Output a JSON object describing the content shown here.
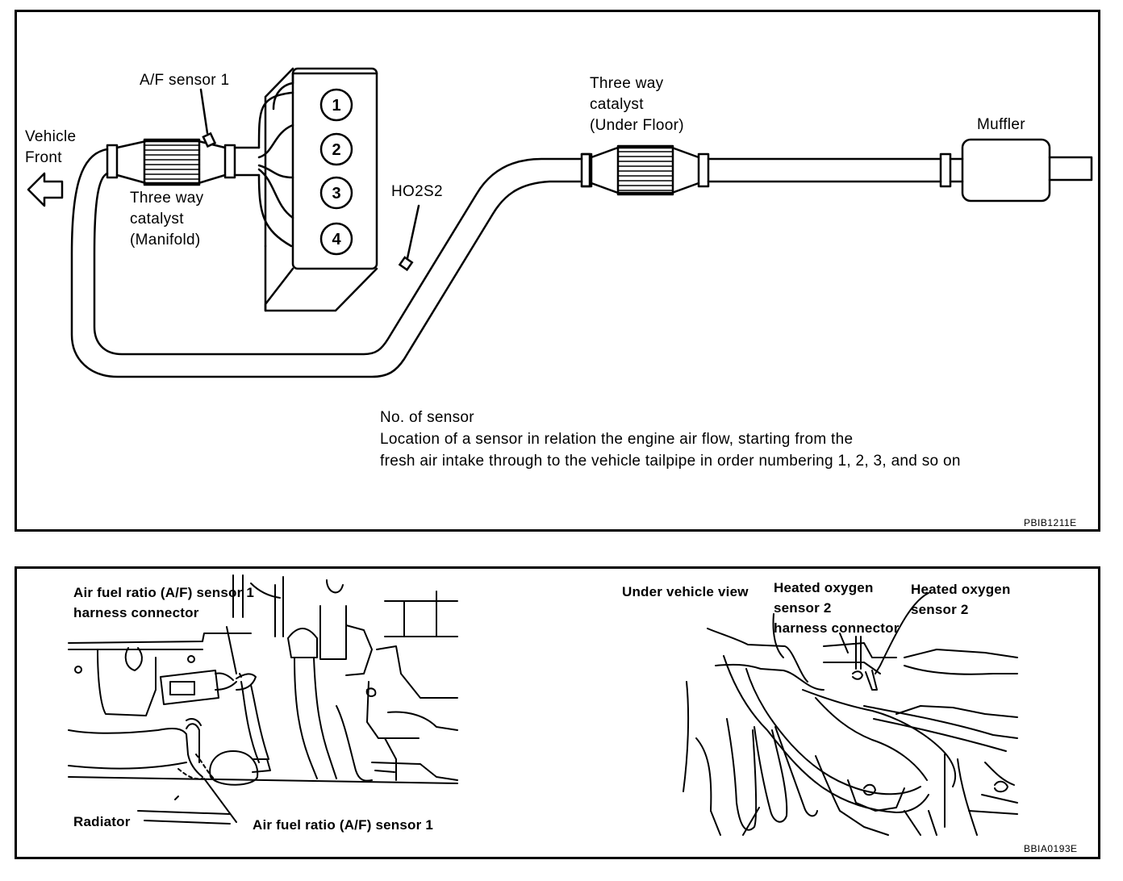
{
  "top": {
    "labels": {
      "af_sensor_1": "A/F sensor 1",
      "vehicle": "Vehicle",
      "front": "Front",
      "twc_manifold_1": "Three way",
      "twc_manifold_2": "catalyst",
      "twc_manifold_3": "(Manifold)",
      "ho2s2": "HO2S2",
      "twc_floor_1": "Three way",
      "twc_floor_2": "catalyst",
      "twc_floor_3": "(Under Floor)",
      "muffler": "Muffler"
    },
    "cylinders": [
      "1",
      "2",
      "3",
      "4"
    ],
    "note": {
      "title": "No. of sensor",
      "line1": "Location of a sensor in relation the engine air flow, starting from the",
      "line2": "fresh air intake through to the vehicle tailpipe in order numbering 1, 2, 3, and so on"
    },
    "figure_code": "PBIB1211E"
  },
  "bottom": {
    "left": {
      "connector_1": "Air fuel ratio (A/F) sensor 1",
      "connector_2": "harness connector",
      "radiator": "Radiator",
      "sensor": "Air fuel ratio (A/F) sensor 1"
    },
    "right": {
      "view": "Under vehicle view",
      "ho2_conn_1": "Heated oxygen",
      "ho2_conn_2": "sensor 2",
      "ho2_conn_3": "harness connector",
      "ho2_1": "Heated oxygen",
      "ho2_2": "sensor 2"
    },
    "figure_code": "BBIA0193E"
  }
}
